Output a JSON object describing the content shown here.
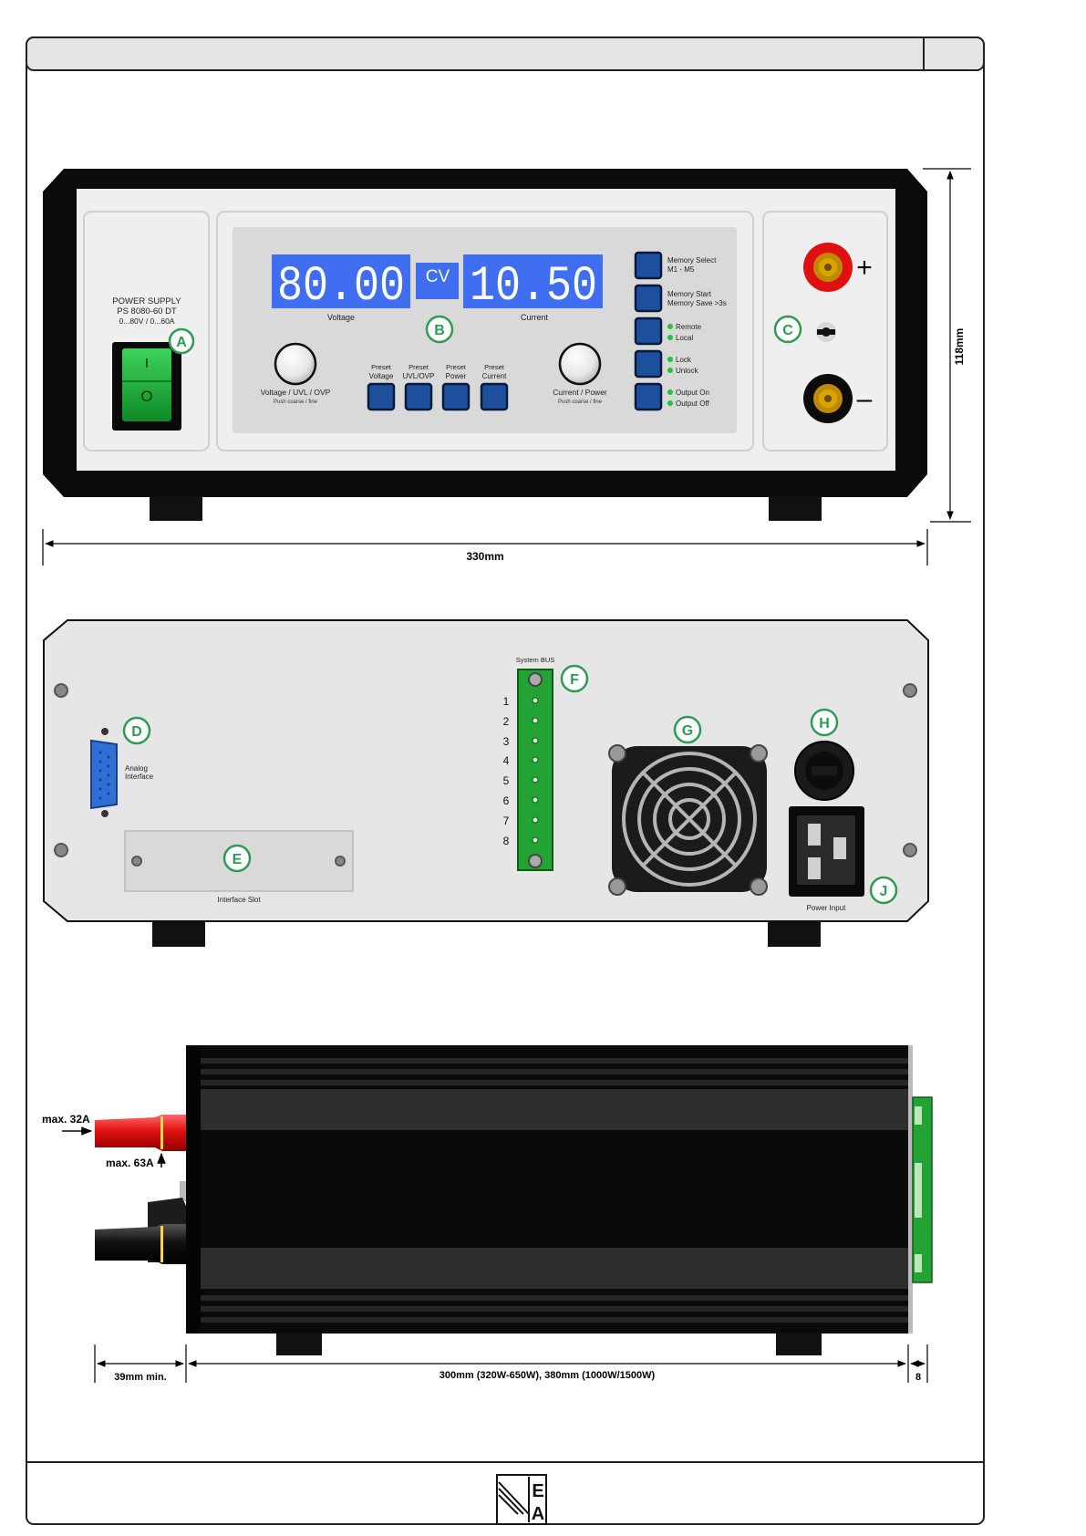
{
  "front": {
    "switch_label": [
      "POWER SUPPLY",
      "PS 8080-60 DT",
      "0...80V / 0...60A"
    ],
    "switch_on": "I",
    "switch_off": "O",
    "voltage_display": "80.00",
    "mode": "CV",
    "current_display": "10.50",
    "voltage_caption": "Voltage",
    "current_caption": "Current",
    "left_knob_label": "Voltage / UVL / OVP",
    "left_knob_sub": "Push coarse / fine",
    "right_knob_label": "Current / Power",
    "right_knob_sub": "Push coarse / fine",
    "preset_buttons": [
      {
        "line1": "Preset",
        "line2": "Voltage"
      },
      {
        "line1": "Preset",
        "line2": "UVL/OVP"
      },
      {
        "line1": "Preset",
        "line2": "Power"
      },
      {
        "line1": "Preset",
        "line2": "Current"
      }
    ],
    "side_buttons": [
      {
        "line1": "Memory Select",
        "line2": "M1 - M5",
        "leds": false
      },
      {
        "line1": "Memory Start",
        "line2": "Memory Save >3s",
        "leds": false
      },
      {
        "line1": "Remote",
        "line2": "Local",
        "leds": true
      },
      {
        "line1": "Lock",
        "line2": "Unlock",
        "leds": true
      },
      {
        "line1": "Output On",
        "line2": "Output Off",
        "leds": true
      }
    ],
    "plus": "+",
    "minus": "–",
    "markers": {
      "a": "A",
      "b": "B",
      "c": "C"
    }
  },
  "dimensions": {
    "width": "330mm",
    "height": "118mm",
    "rear_min": "39mm min.",
    "depth": "300mm (320W-650W), 380mm (1000W/1500W)",
    "extra": "8",
    "max_32a": "max. 32A",
    "max_63a": "max. 63A"
  },
  "rear": {
    "analog_label": [
      "Analog",
      "Interface"
    ],
    "slot_label": "Interface Slot",
    "system_bus": "System BUS",
    "bus_pins": [
      "1",
      "2",
      "3",
      "4",
      "5",
      "6",
      "7",
      "8"
    ],
    "power_input": "Power Input",
    "markers": {
      "d": "D",
      "e": "E",
      "f": "F",
      "g": "G",
      "h": "H",
      "j": "J"
    }
  },
  "logo": {
    "top": "E",
    "bottom": "A"
  },
  "colors": {
    "display_blue": "#3f6ef0",
    "marker_green": "#2e9b55",
    "terminal_red": "#e01010",
    "bus_green": "#24a335",
    "connector_blue": "#2f6fd6",
    "switch_green": "#23b43c"
  }
}
